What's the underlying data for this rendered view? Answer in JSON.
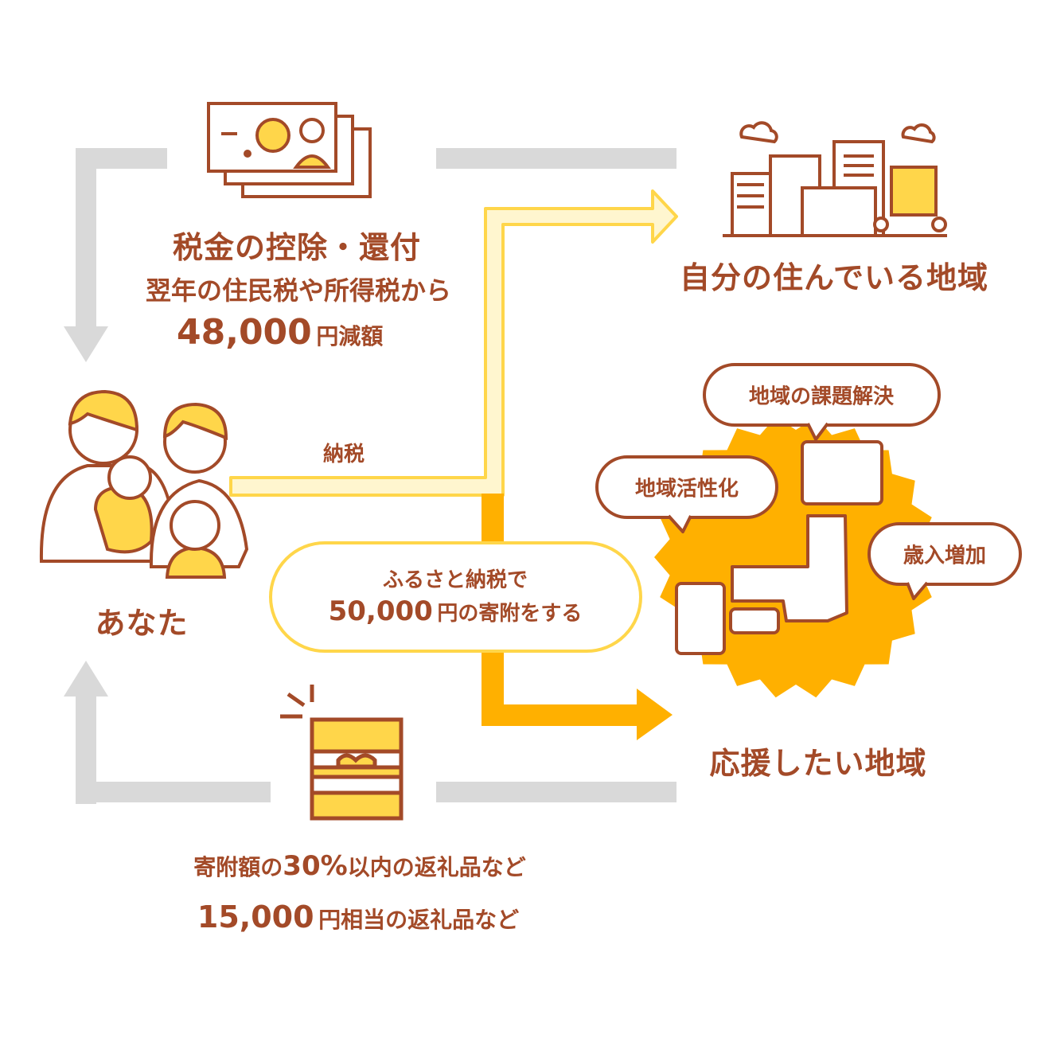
{
  "tax": {
    "title": "税金の控除・還付",
    "line1": "翌年の住民税や所得税から",
    "amount": "48,000",
    "amount_suffix": "円減額"
  },
  "you_label": "あなた",
  "payment_label": "納税",
  "donation": {
    "line1": "ふるさと納税で",
    "amount": "50,000",
    "amount_suffix": "円の寄附をする"
  },
  "home_region_label": "自分の住んでいる地域",
  "support_region_label": "応援したい地域",
  "bubbles": {
    "issues": "地域の課題解決",
    "revitalize": "地域活性化",
    "revenue": "歳入増加"
  },
  "gift": {
    "line1_prefix": "寄附額の",
    "line1_percent": "30%",
    "line1_suffix": "以内の返礼品など",
    "line2_amount": "15,000",
    "line2_suffix": "円相当の返礼品など"
  },
  "colors": {
    "brown": "#a34a28",
    "yellow": "#ffd64a",
    "orange": "#ffb000",
    "pale_yellow": "#fff6cf",
    "gray": "#d9d9d9"
  }
}
